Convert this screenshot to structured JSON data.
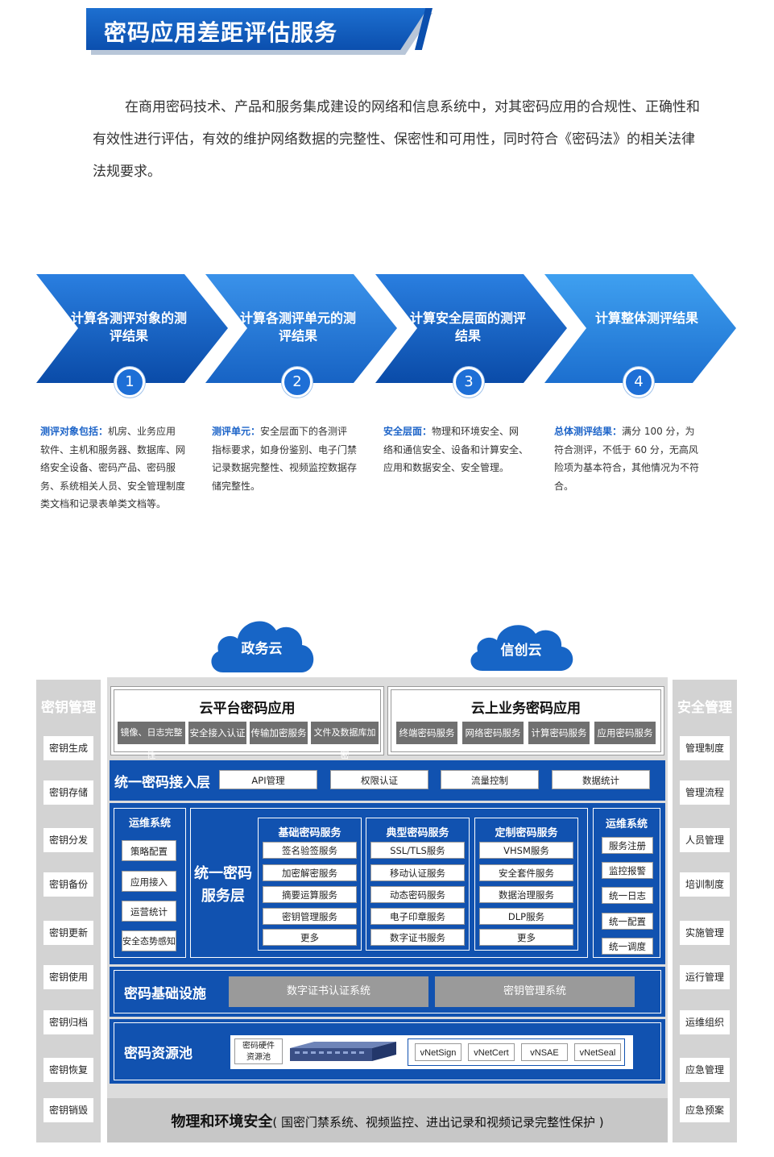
{
  "title": "密码应用差距评估服务",
  "intro": "在商用密码技术、产品和服务集成建设的网络和信息系统中，对其密码应用的合规性、正确性和有效性进行评估，有效的维护网络数据的完整性、保密性和可用性，同时符合《密码法》的相关法律法规要求。",
  "steps": [
    {
      "title": "计算各测评对象的测评结果",
      "num": "1",
      "desc_head": "测评对象包括：",
      "desc_body": "机房、业务应用软件、主机和服务器、数据库、网络安全设备、密码产品、密码服务、系统相关人员、安全管理制度类文档和记录表单类文档等。"
    },
    {
      "title": "计算各测评单元的测评结果",
      "num": "2",
      "desc_head": "测评单元：",
      "desc_body": "安全层面下的各测评指标要求，如身份鉴别、电子门禁记录数据完整性、视频监控数据存储完整性。"
    },
    {
      "title": "计算安全层面的测评结果",
      "num": "3",
      "desc_head": "安全层面：",
      "desc_body": "物理和环境安全、网络和通信安全、设备和计算安全、应用和数据安全、安全管理。"
    },
    {
      "title": "计算整体测评结果",
      "num": "4",
      "desc_head": "总体测评结果：",
      "desc_body": "满分 100 分，为符合测评，不低于 60 分，无高风险项为基本符合，其他情况为不符合。"
    }
  ],
  "clouds": [
    "政务云",
    "信创云"
  ],
  "left_column": {
    "title": "密钥管理",
    "items": [
      "密钥生成",
      "密钥存储",
      "密钥分发",
      "密钥备份",
      "密钥更新",
      "密钥使用",
      "密钥归档",
      "密钥恢复",
      "密钥销毁"
    ]
  },
  "right_column": {
    "title": "安全管理",
    "items": [
      "管理制度",
      "管理流程",
      "人员管理",
      "培训制度",
      "实施管理",
      "运行管理",
      "运维组织",
      "应急管理",
      "应急预案"
    ]
  },
  "cloud_platform": {
    "title": "云平台密码应用",
    "items": [
      "镜像、日志完整性",
      "安全接入认证",
      "传输加密服务",
      "文件及数据库加密"
    ]
  },
  "cloud_business": {
    "title": "云上业务密码应用",
    "items": [
      "终端密码服务",
      "网络密码服务",
      "计算密码服务",
      "应用密码服务"
    ]
  },
  "access_layer": {
    "title": "统一密码接入层",
    "items": [
      "API管理",
      "权限认证",
      "流量控制",
      "数据统计"
    ]
  },
  "ops_left": {
    "title": "运维系统",
    "items": [
      "策略配置",
      "应用接入",
      "运营统计",
      "安全态势感知"
    ]
  },
  "service_layer": {
    "title_line1": "统一密码",
    "title_line2": "服务层"
  },
  "service_groups": [
    {
      "title": "基础密码服务",
      "items": [
        "签名验签服务",
        "加密解密服务",
        "摘要运算服务",
        "密钥管理服务",
        "更多"
      ]
    },
    {
      "title": "典型密码服务",
      "items": [
        "SSL/TLS服务",
        "移动认证服务",
        "动态密码服务",
        "电子印章服务",
        "数字证书服务"
      ]
    },
    {
      "title": "定制密码服务",
      "items": [
        "VHSM服务",
        "安全套件服务",
        "数据治理服务",
        "DLP服务",
        "更多"
      ]
    }
  ],
  "ops_right": {
    "title": "运维系统",
    "items": [
      "服务注册",
      "监控报警",
      "统一日志",
      "统一配置",
      "统一调度"
    ]
  },
  "infra": {
    "title": "密码基础设施",
    "items": [
      "数字证书认证系统",
      "密钥管理系统"
    ]
  },
  "pool": {
    "title": "密码资源池",
    "hw_line1": "密码硬件",
    "hw_line2": "资源池",
    "items": [
      "vNetSign",
      "vNetCert",
      "vNSAE",
      "vNetSeal"
    ]
  },
  "physical": {
    "title": "物理和环境安全",
    "detail": "( 国密门禁系统、视频监控、进出记录和视频记录完整性保护 )"
  }
}
